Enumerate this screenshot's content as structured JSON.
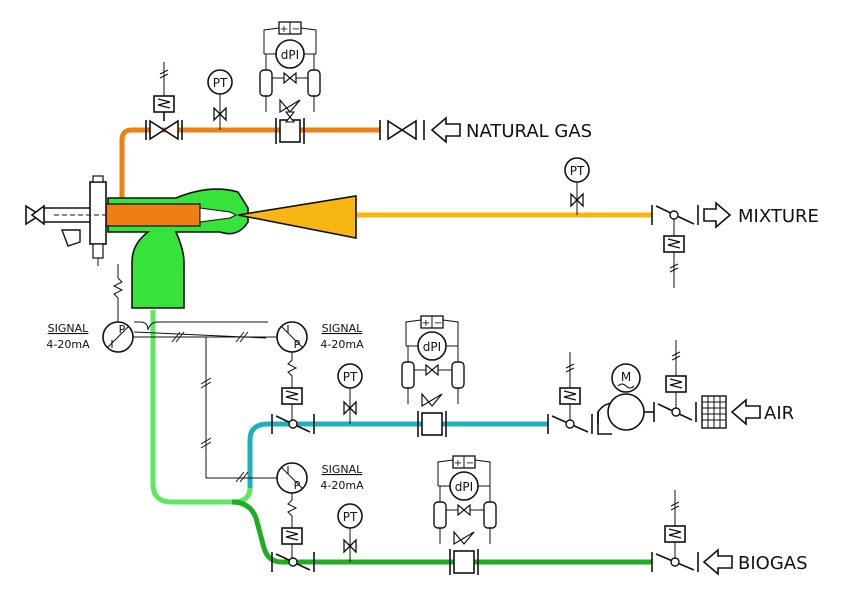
{
  "colors": {
    "natural_gas_line": "#f07f12",
    "mixture_line": "#f6b80c",
    "air_line": "#1fb0bd",
    "biogas_line": "#1fae1f",
    "mixer_body": "#35e33a",
    "mixed_leg": "#5ee85e",
    "cone": "#f8b614"
  },
  "streams": {
    "natural_gas": "NATURAL GAS",
    "mixture": "MIXTURE",
    "air": "AIR",
    "biogas": "BIOGAS"
  },
  "instruments": {
    "pt": "PT",
    "dpi": "dPI",
    "dp_plus": "+",
    "dp_minus": "−",
    "ip_i": "I",
    "ip_p": "P",
    "motor": "M"
  },
  "signals": {
    "main": {
      "line1": "SIGNAL",
      "line2": "4-20mA"
    },
    "air": {
      "line1": "SIGNAL",
      "line2": "4-20mA"
    },
    "biogas": {
      "line1": "SIGNAL",
      "line2": "4-20mA"
    }
  }
}
